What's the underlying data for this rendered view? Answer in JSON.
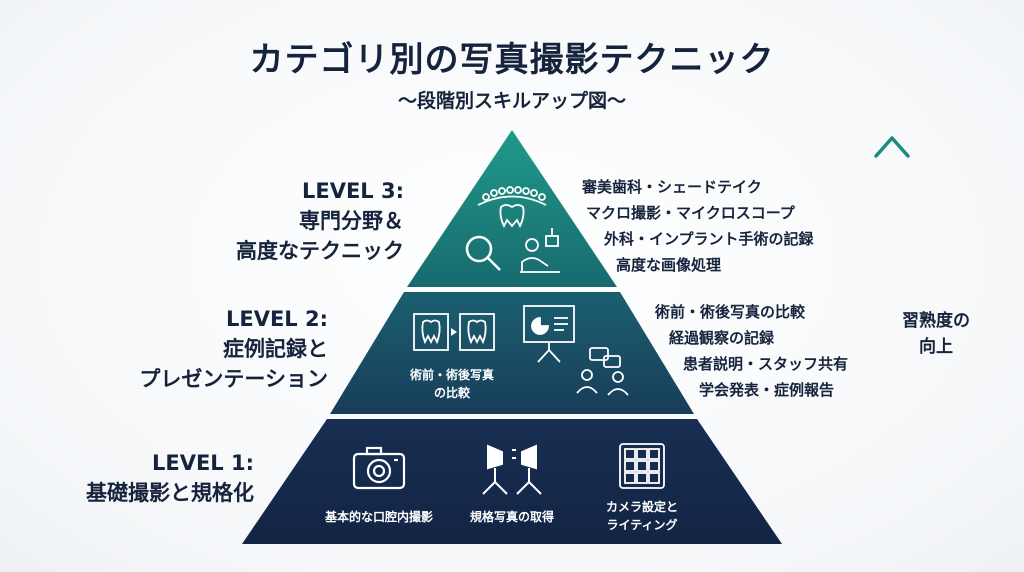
{
  "title": "カテゴリ別の写真撮影テクニック",
  "subtitle": "〜段階別スキルアップ図〜",
  "levels": {
    "level3": {
      "heading": "LEVEL 3:",
      "line1": "専門分野＆",
      "line2": "高度なテクニック",
      "items": [
        "審美歯科・シェードテイク",
        "マクロ撮影・マイクロスコープ",
        "外科・インプラント手術の記録",
        "高度な画像処理"
      ]
    },
    "level2": {
      "heading": "LEVEL 2:",
      "line1": "症例記録と",
      "line2": "プレゼンテーション",
      "caption_line1": "術前・術後写真",
      "caption_line2": "の比較",
      "items": [
        "術前・術後写真の比較",
        "経過観察の記録",
        "患者説明・スタッフ共有",
        "学会発表・症例報告"
      ]
    },
    "level1": {
      "heading": "LEVEL 1:",
      "line1": "基礎撮影と規格化",
      "cap1": "基本的な口腔内撮影",
      "cap2": "規格写真の取得",
      "cap3_line1": "カメラ設定と",
      "cap3_line2": "ライティング"
    }
  },
  "growth": {
    "line1": "習熟度の",
    "line2": "向上"
  },
  "colors": {
    "tier3": "#1d8a7e",
    "tier2": "#1d5a6e",
    "tier1": "#15284a",
    "arrow": "#1a8c7d",
    "text": "#16233c"
  },
  "icons": [
    "teeth-row-icon",
    "magnifier-icon",
    "surgeon-icon",
    "tooth-compare-icon",
    "presentation-board-icon",
    "discussion-icon",
    "camera-icon",
    "studio-lights-icon",
    "photo-grid-icon"
  ]
}
